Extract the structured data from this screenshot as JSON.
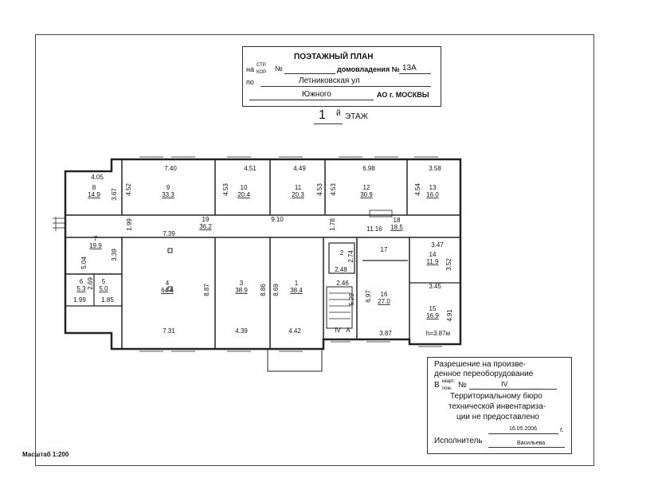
{
  "title": {
    "heading": "ПОЭТАЖНЫЙ ПЛАН",
    "na": "на",
    "str_kor_top": "СТР.",
    "str_kor_bottom": "КОР.",
    "no": "№",
    "domovladenie_label": "домовладения №",
    "domovladenie_value": "13А",
    "po": "по",
    "street": "Летниковская ул",
    "district": "Южного",
    "ao_label": "АО г. МОСКВЫ"
  },
  "floor": {
    "number": "1",
    "suffix": "й",
    "label": "ЭТАЖ"
  },
  "rooms": [
    {
      "id": "8",
      "area": "14.9"
    },
    {
      "id": "9",
      "area": "33.3"
    },
    {
      "id": "10",
      "area": "20.4"
    },
    {
      "id": "11",
      "area": "20.3"
    },
    {
      "id": "12",
      "area": "30.9"
    },
    {
      "id": "13",
      "area": "16.0"
    },
    {
      "id": "19",
      "area": "36.2"
    },
    {
      "id": "18",
      "area": "18.5"
    },
    {
      "id": "7",
      "area": "19.9"
    },
    {
      "id": "2",
      "area": ""
    },
    {
      "id": "17",
      "area": ""
    },
    {
      "id": "14",
      "area": "11.9"
    },
    {
      "id": "6",
      "area": "5.3"
    },
    {
      "id": "5",
      "area": "5.0"
    },
    {
      "id": "4",
      "area": "64.6"
    },
    {
      "id": "3",
      "area": "38.9"
    },
    {
      "id": "1",
      "area": "38.4"
    },
    {
      "id": "16",
      "area": "27.0"
    },
    {
      "id": "15",
      "area": "16.9"
    }
  ],
  "dimensions": [
    "4.05",
    "7.40",
    "4.51",
    "4.49",
    "6.98",
    "3.58",
    "3.67",
    "4.52",
    "4.53",
    "4.53",
    "4.53",
    "4.54",
    "9.10",
    "1.78",
    "11.16",
    "1.99",
    "7.39",
    "5.04",
    "3.39",
    "3.47",
    "2.74",
    "2.48",
    "3.52",
    "3.45",
    "2.46",
    "5.29",
    "6.97",
    "4.91",
    "2.69",
    "1.99",
    "1.85",
    "8.87",
    "8.86",
    "8.69",
    "7.31",
    "4.39",
    "4.42",
    "3.87",
    "h=3.87м",
    "IV",
    "А"
  ],
  "stamp": {
    "line1": "Разрешение на произве-",
    "line2": "денное переоборудование",
    "b_label": "В",
    "kvart_top": "кварт.",
    "kvart_bottom": "пом.",
    "no": "№",
    "number": "IV",
    "line3": "Территориальному бюро",
    "line4": "технической инвентариза-",
    "line5": "ции не предоставлено",
    "date": "16.05.2006",
    "year_suffix": "г.",
    "executor_label": "Исполнитель",
    "executor_name": "Васильева"
  },
  "scale": "Масштаб 1:200"
}
